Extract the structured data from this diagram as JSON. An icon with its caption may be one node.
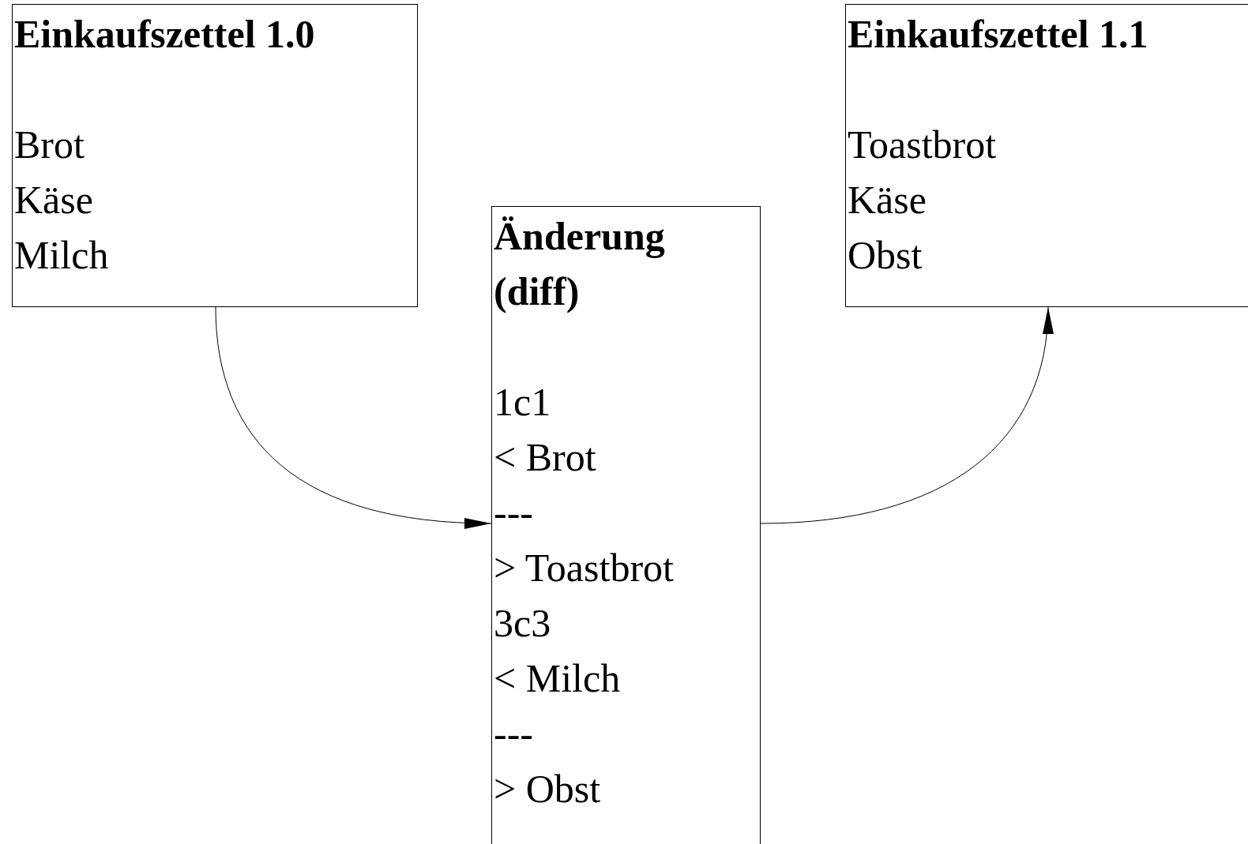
{
  "diagram": {
    "nodes": [
      {
        "text": [
          "Einkaufszettel 1.0",
          "Brot",
          "Käse",
          "Milch"
        ]
      },
      {
        "text": [
          "Änderung (diff)",
          "1c1",
          "< Brot",
          "---",
          "> Toastbrot",
          "3c3",
          "< Milch",
          "---",
          "> Obst"
        ]
      },
      {
        "text": [
          "Einkaufszettel 1.1",
          "Toastbrot",
          "Käse",
          "Obst"
        ]
      }
    ],
    "edges": [
      {
        "from": 0,
        "to": 1,
        "arrow": "to"
      },
      {
        "from": 1,
        "to": 2,
        "arrow": "to"
      }
    ]
  }
}
